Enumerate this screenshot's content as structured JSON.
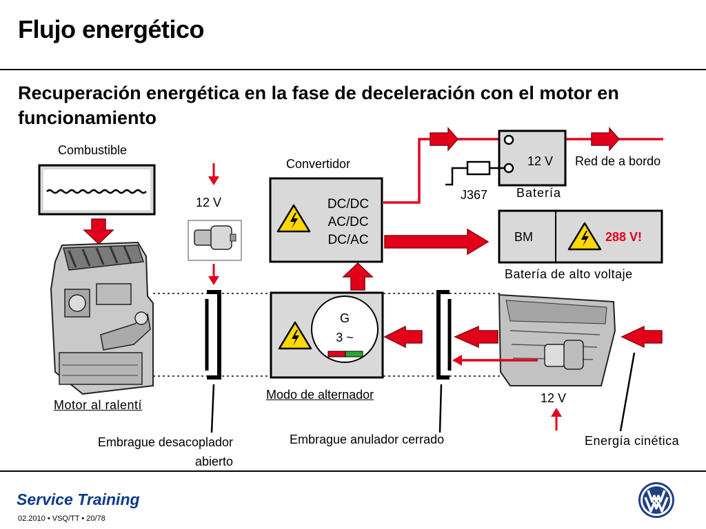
{
  "title": "Flujo energético",
  "subtitle": "Recuperación energética en la fase de deceleración con el motor en funcionamiento",
  "labels": {
    "fuel": "Combustible",
    "converter": "Convertidor",
    "converter_lines": [
      "DC/DC",
      "AC/DC",
      "DC/AC"
    ],
    "starter_voltage": "12 V",
    "battery_voltage": "12 V",
    "battery": "Batería",
    "relay": "J367",
    "onboard_network": "Red de a bordo",
    "bm": "BM",
    "hv_voltage": "288 V!",
    "hv_battery": "Batería de alto voltaje",
    "generator_line1": "G",
    "generator_line2": "3 ~",
    "engine": "Motor al ralentí",
    "alternator_mode": "Modo de alternador",
    "gearbox_voltage": "12 V",
    "decoupling_clutch": "Embrague desacoplador abierto",
    "bypass_clutch": "Embrague anulador cerrado",
    "kinetic_energy": "Energía cinética"
  },
  "footer": {
    "brand": "Service Training",
    "info": "02.2010 • VSQ/TT • 20/78"
  },
  "colors": {
    "accent_red": "#e2001a",
    "brand_blue": "#0b3a8c",
    "box_gray": "#d9d9d9",
    "warning_yellow": "#ffd800"
  }
}
